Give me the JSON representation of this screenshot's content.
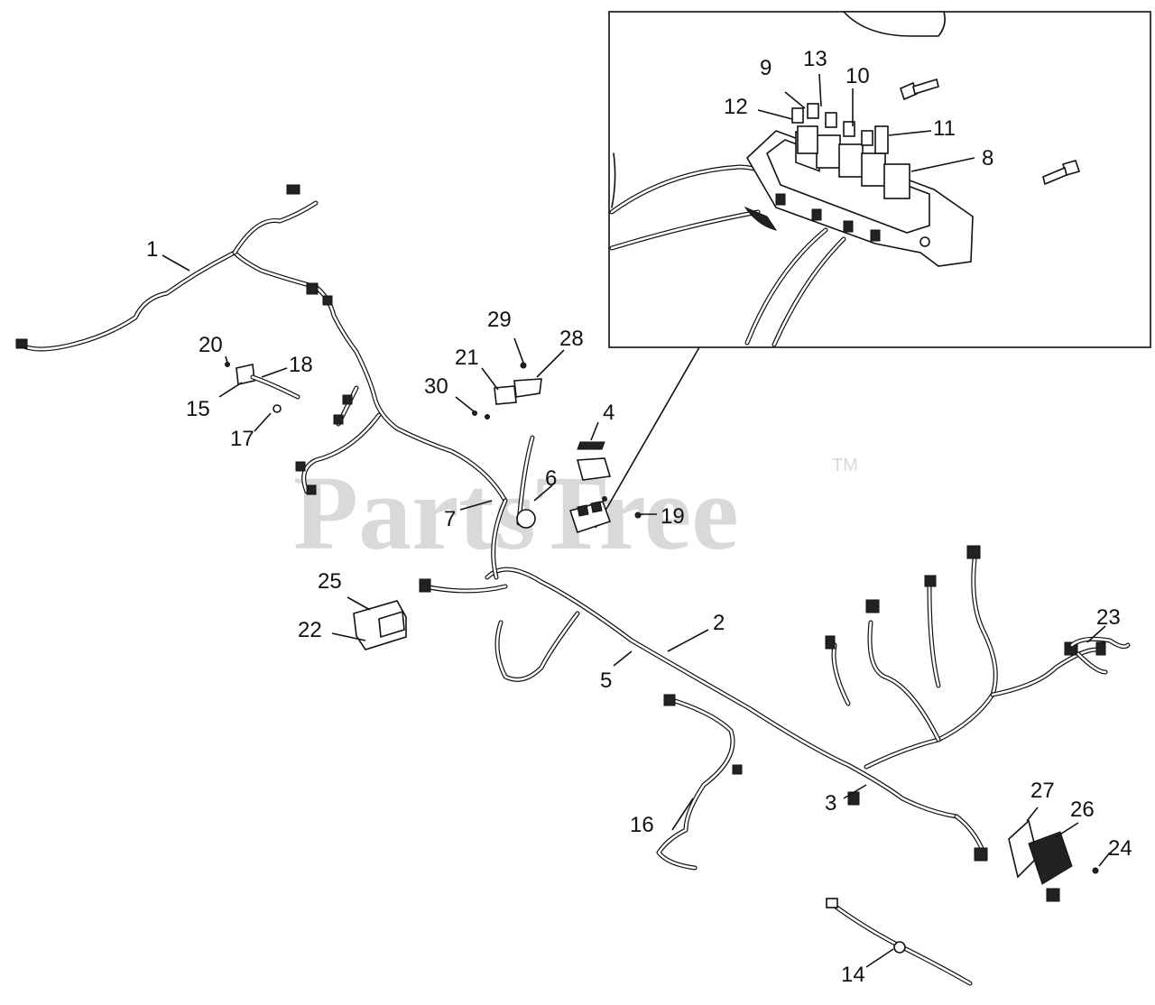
{
  "watermark": {
    "text": "PartsTree",
    "trademark": "TM"
  },
  "callouts": {
    "c1": "1",
    "c2": "2",
    "c3": "3",
    "c4": "4",
    "c5": "5",
    "c6": "6",
    "c7": "7",
    "c8": "8",
    "c9": "9",
    "c10": "10",
    "c11": "11",
    "c12": "12",
    "c13": "13",
    "c14": "14",
    "c15": "15",
    "c16": "16",
    "c17": "17",
    "c18": "18",
    "c19": "19",
    "c20": "20",
    "c21": "21",
    "c22": "22",
    "c23": "23",
    "c24": "24",
    "c25": "25",
    "c26": "26",
    "c27": "27",
    "c28": "28",
    "c29": "29",
    "c30": "30"
  }
}
